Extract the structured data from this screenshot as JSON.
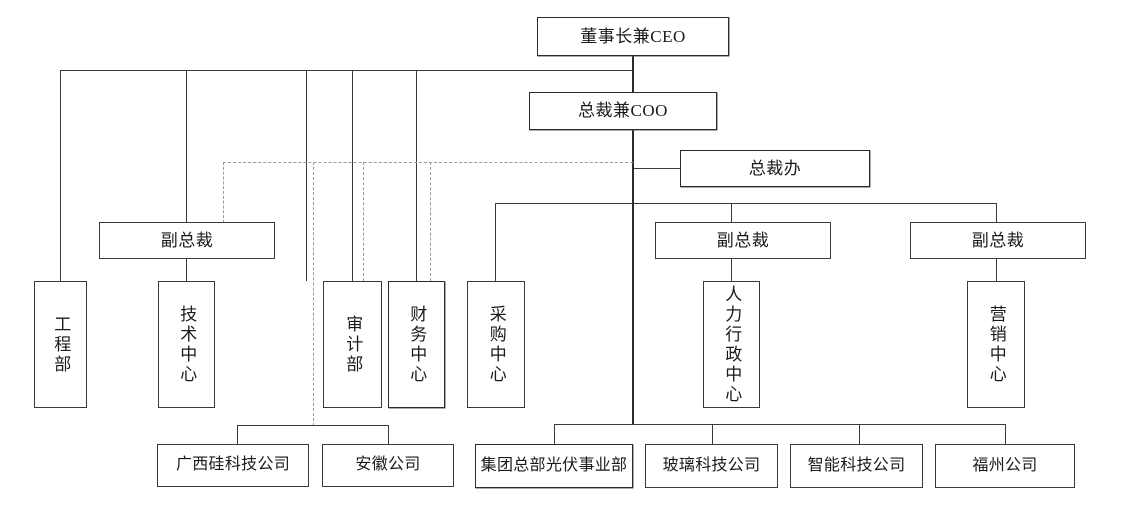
{
  "chart_title": "",
  "nodes": {
    "ceo": {
      "label": "董事长兼CEO"
    },
    "coo": {
      "label": "总裁兼COO"
    },
    "ceo_office": {
      "label": "总裁办"
    },
    "vp_left": {
      "label": "副总裁"
    },
    "vp_mid": {
      "label": "副总裁"
    },
    "vp_right": {
      "label": "副总裁"
    },
    "engineering": {
      "label": "工程部"
    },
    "tech_center": {
      "label": "技术中心"
    },
    "audit": {
      "label": "审计部"
    },
    "finance": {
      "label": "财务中心"
    },
    "purchasing": {
      "label": "采购中心"
    },
    "hr_admin": {
      "label": "人力行政中心"
    },
    "marketing": {
      "label": "营销中心"
    },
    "guangxi": {
      "label": "广西硅科技公司"
    },
    "anhui": {
      "label": "安徽公司"
    },
    "pv_division": {
      "label": "集团总部光伏事业部"
    },
    "glass": {
      "label": "玻璃科技公司"
    },
    "smart": {
      "label": "智能科技公司"
    },
    "fuzhou": {
      "label": "福州公司"
    }
  },
  "chart_data": {
    "type": "diagram",
    "diagram_kind": "organization-chart",
    "levels": [
      {
        "level": 1,
        "nodes": [
          "董事长兼CEO"
        ]
      },
      {
        "level": 2,
        "nodes": [
          "总裁兼COO"
        ]
      },
      {
        "level": 3,
        "nodes": [
          "总裁办"
        ]
      },
      {
        "level": 4,
        "nodes": [
          "副总裁",
          "副总裁",
          "副总裁"
        ]
      },
      {
        "level": 5,
        "nodes": [
          "工程部",
          "技术中心",
          "审计部",
          "财务中心",
          "采购中心",
          "人力行政中心",
          "营销中心"
        ]
      },
      {
        "level": 6,
        "nodes": [
          "广西硅科技公司",
          "安徽公司",
          "集团总部光伏事业部",
          "玻璃科技公司",
          "智能科技公司",
          "福州公司"
        ]
      }
    ],
    "edges": [
      {
        "from": "董事长兼CEO",
        "to": "总裁兼COO",
        "style": "solid"
      },
      {
        "from": "董事长兼CEO",
        "to": "工程部",
        "style": "solid"
      },
      {
        "from": "董事长兼CEO",
        "to": "副总裁",
        "style": "solid"
      },
      {
        "from": "董事长兼CEO",
        "to": "审计部",
        "style": "solid"
      },
      {
        "from": "董事长兼CEO",
        "to": "财务中心",
        "style": "solid"
      },
      {
        "from": "总裁兼COO",
        "to": "总裁办",
        "style": "solid"
      },
      {
        "from": "总裁兼COO",
        "to": "采购中心",
        "style": "solid"
      },
      {
        "from": "总裁兼COO",
        "to": "副总裁",
        "style": "solid"
      },
      {
        "from": "副总裁",
        "to": "技术中心",
        "style": "solid"
      },
      {
        "from": "副总裁",
        "to": "人力行政中心",
        "style": "solid"
      },
      {
        "from": "副总裁",
        "to": "营销中心",
        "style": "solid"
      },
      {
        "from": "总裁兼COO",
        "to": "广西硅科技公司",
        "style": "dashed"
      },
      {
        "from": "总裁兼COO",
        "to": "安徽公司",
        "style": "dashed"
      },
      {
        "from": "总裁兼COO",
        "to": "集团总部光伏事业部",
        "style": "solid"
      },
      {
        "from": "总裁兼COO",
        "to": "玻璃科技公司",
        "style": "solid"
      },
      {
        "from": "总裁兼COO",
        "to": "智能科技公司",
        "style": "solid"
      },
      {
        "from": "总裁兼COO",
        "to": "福州公司",
        "style": "solid"
      }
    ],
    "colors": {
      "box_border": "#3a3a3a",
      "line": "#3a3a3a",
      "dashed_line": "#9a9a9a",
      "background": "#ffffff",
      "text": "#1a1a1a"
    }
  }
}
